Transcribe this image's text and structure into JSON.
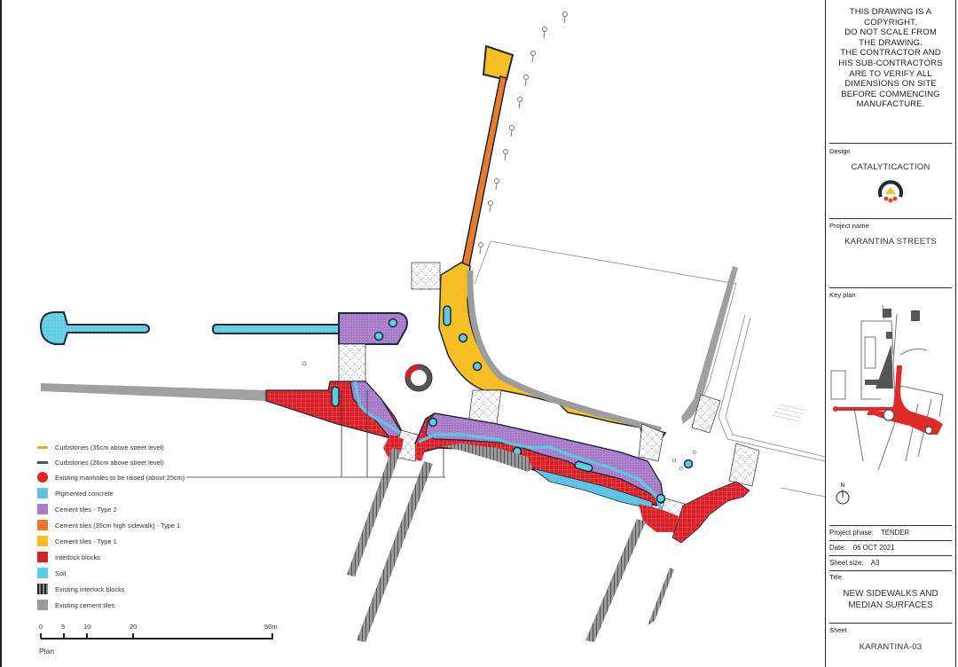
{
  "drawing": {
    "view_label": "Plan",
    "scale_bar": {
      "ticks": [
        "0",
        "5",
        "10",
        "20",
        "50m"
      ]
    }
  },
  "legend": {
    "items": [
      {
        "label": "Curbstones (35cm above street level)",
        "kind": "line",
        "color": "#f4a53a"
      },
      {
        "label": "Curbstones (26cm above street level)",
        "kind": "line",
        "color": "#555555"
      },
      {
        "label": "Existing manholes to be raised (about 25cm)",
        "kind": "circle",
        "color": "#e0262b"
      },
      {
        "label": "Pigmented concrete",
        "kind": "swatch",
        "color": "#63c3e3"
      },
      {
        "label": "Cement tiles - Type 2",
        "kind": "swatch",
        "color": "#a77cc9"
      },
      {
        "label": "Cement tiles (35cm high sidewalk) - Type 1",
        "kind": "swatch",
        "color": "#ea7a2c"
      },
      {
        "label": "Cement tiles - Type 1",
        "kind": "swatch",
        "color": "#f6bf26"
      },
      {
        "label": "Interlock blocks",
        "kind": "swatch",
        "color": "#d92027"
      },
      {
        "label": "Soil",
        "kind": "swatch",
        "color": "#5dcbe0"
      },
      {
        "label": "Existing interlock blocks",
        "kind": "swatch",
        "color": "#444444"
      },
      {
        "label": "Existing cement tiles",
        "kind": "swatch",
        "color": "#9a9a9a"
      }
    ]
  },
  "title_block": {
    "copyright_lines": [
      "THIS DRAWING IS A",
      "COPYRIGHT.",
      "DO NOT SCALE FROM",
      "THE DRAWING.",
      "THE CONTRACTOR AND",
      "HIS SUB-CONTRACTORS",
      "ARE TO VERIFY ALL",
      "DIMENSIONS ON SITE",
      "BEFORE COMMENCING",
      "MANUFACTURE."
    ],
    "design_label": "Design",
    "design_value": "CATALYTICACTION",
    "project_name_label": "Project name",
    "project_name_value": "KARANTINA STREETS",
    "key_plan_label": "Key plan",
    "north_label": "N",
    "project_phase_label": "Project phase:",
    "project_phase_value": "TENDER",
    "date_label": "Date:",
    "date_value": "06 OCT 2021",
    "sheet_size_label": "Sheet size:",
    "sheet_size_value": "A3",
    "title_label": "Title",
    "title_lines": [
      "NEW SIDEWALKS AND",
      "MEDIAN SURFACES"
    ],
    "sheet_label": "Sheet",
    "sheet_value": "KARANTINA-03"
  },
  "colors": {
    "yellow": "#f6bf26",
    "orange": "#ea7a2c",
    "purple": "#a77cc9",
    "red": "#d92027",
    "blue": "#5dc4e2",
    "grey": "#9d9d9d",
    "dark": "#1e2a38"
  }
}
